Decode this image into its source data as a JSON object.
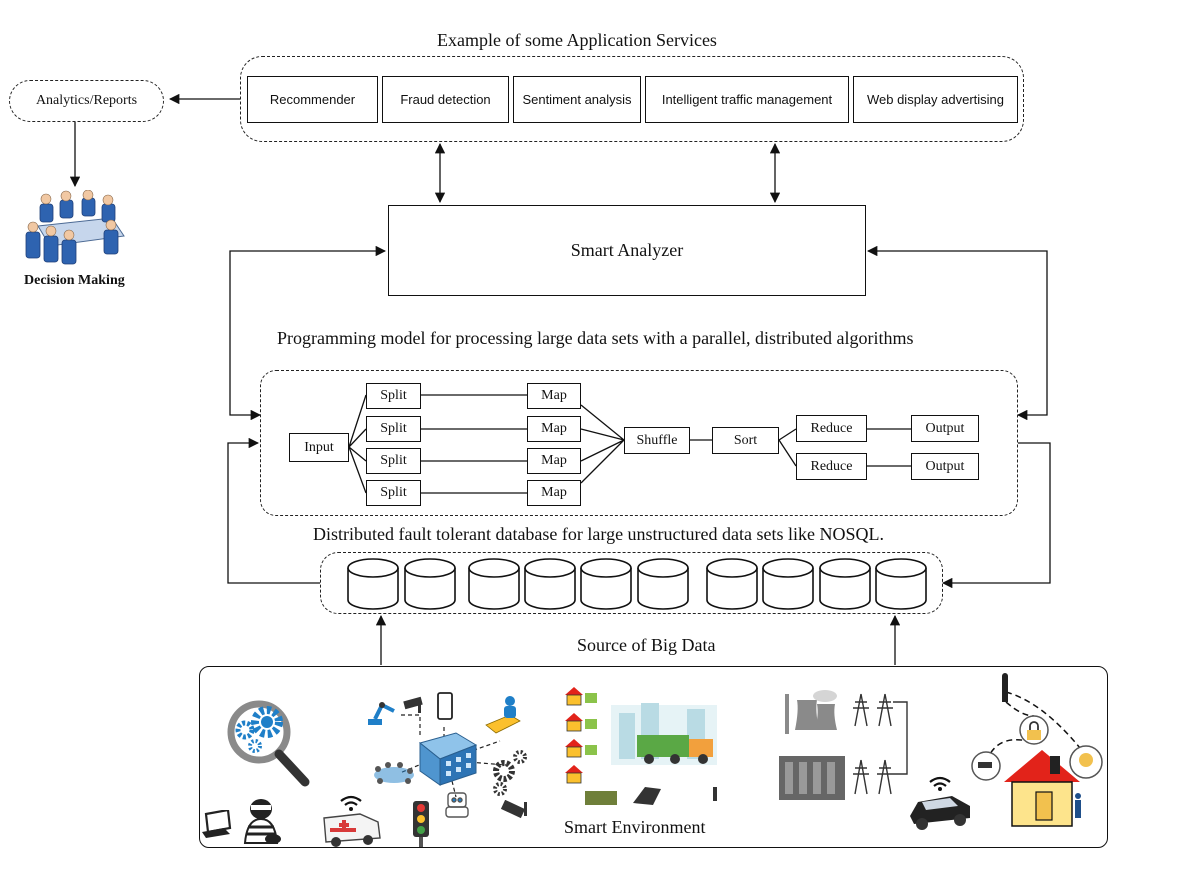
{
  "services": {
    "title": "Example of some Application Services",
    "items": [
      "Recommender",
      "Fraud detection",
      "Sentiment analysis",
      "Intelligent traffic management",
      "Web display advertising"
    ]
  },
  "analytics": {
    "label": "Analytics/Reports"
  },
  "decision": {
    "label": "Decision Making"
  },
  "analyzer": {
    "label": "Smart Analyzer"
  },
  "programming_model": {
    "caption": "Programming model for processing large data sets with a parallel, distributed algorithms"
  },
  "mapreduce": {
    "input": "Input",
    "splits": [
      "Split",
      "Split",
      "Split",
      "Split"
    ],
    "maps": [
      "Map",
      "Map",
      "Map",
      "Map"
    ],
    "shuffle": "Shuffle",
    "sort": "Sort",
    "reduces": [
      "Reduce",
      "Reduce"
    ],
    "outputs": [
      "Output",
      "Output"
    ]
  },
  "database": {
    "caption": "Distributed fault tolerant database for large unstructured  data sets like NOSQL."
  },
  "source": {
    "title": "Source of Big Data",
    "smart_env": "Smart Environment",
    "icons": [
      "magnifier-gears-icon",
      "laptop-icon",
      "thief-icon",
      "ambulance-icon",
      "traffic-light-icon",
      "iot-building-network-icon",
      "robot-arm-icon",
      "cctv-camera-icon",
      "smartphone-icon",
      "remote-worker-icon",
      "meeting-icon",
      "robot-icon",
      "gears-icon",
      "houses-icon",
      "recycling-truck-city-icon",
      "power-plant-icon",
      "power-substation-icon",
      "transmission-tower-icon",
      "police-car-icon",
      "smart-home-icon"
    ]
  },
  "colors": {
    "line": "#111111",
    "gear_blue": "#1f7fc8",
    "house_red": "#e2231a",
    "house_yellow": "#fde48c",
    "bulb": "#f2c14e"
  }
}
